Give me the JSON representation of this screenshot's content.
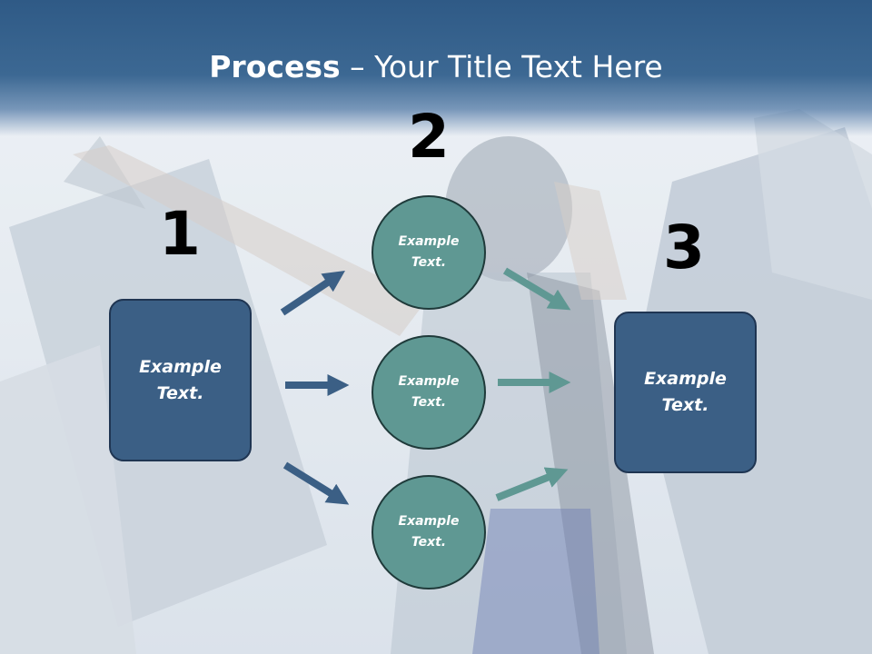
{
  "slide": {
    "title_bold": "Process",
    "title_rest": " – Your Title Text Here"
  },
  "steps": {
    "one": {
      "number": "1",
      "label": "Example\nText."
    },
    "two": {
      "number": "2"
    },
    "three": {
      "number": "3",
      "label": "Example\nText."
    }
  },
  "circles": [
    {
      "label": "Example\nText."
    },
    {
      "label": "Example\nText."
    },
    {
      "label": "Example\nText."
    }
  ],
  "colors": {
    "box_fill": "#3b5f85",
    "circle_fill": "#5f9893",
    "arrow_left": "#3b5f85",
    "arrow_right": "#5f9893",
    "title_bar": "#2f5a86"
  }
}
